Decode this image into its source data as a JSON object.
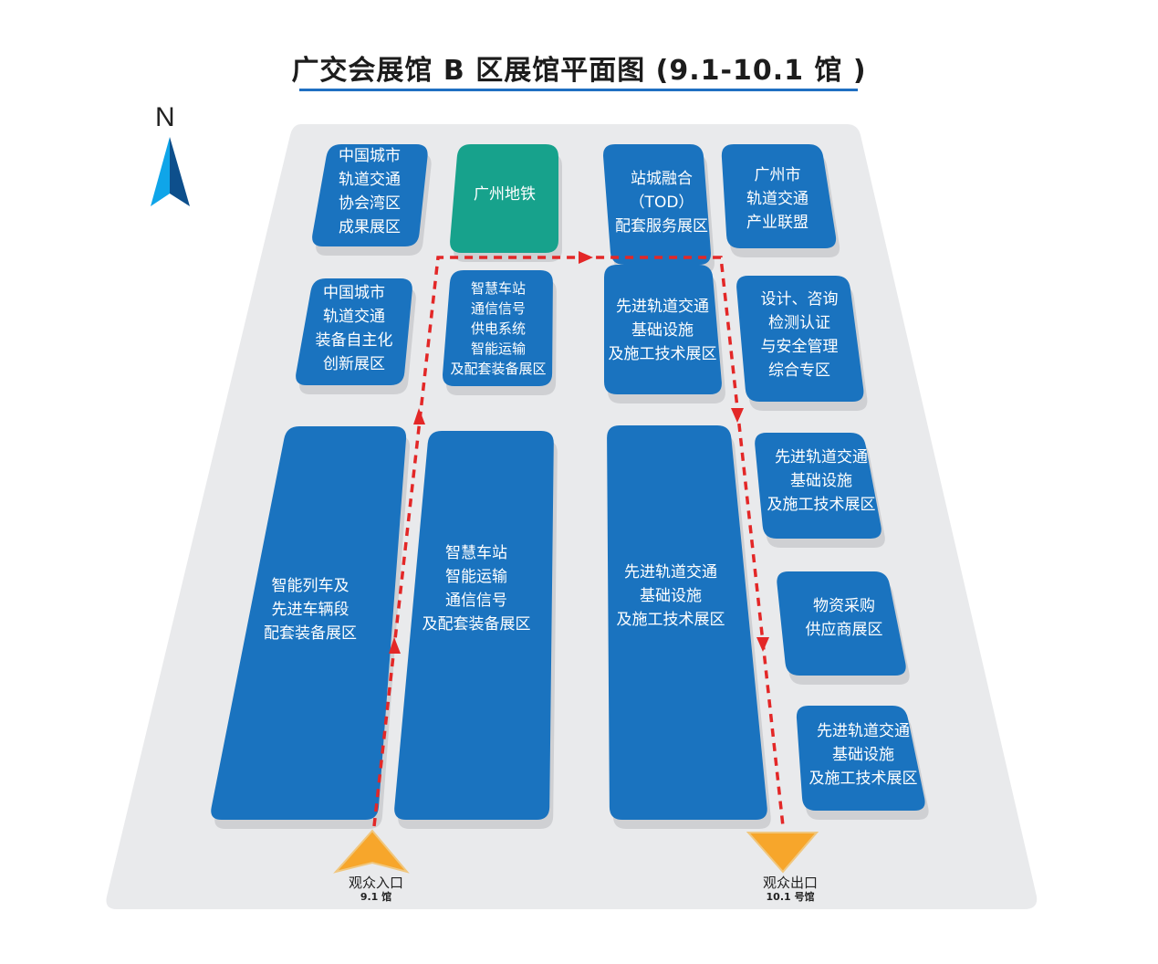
{
  "title": "广交会展馆 B 区展馆平面图 (9.1-10.1 馆 )",
  "north_label": "N",
  "colors": {
    "block": "#1a73bf",
    "metro": "#17a28c",
    "floor": "#e9eaec",
    "shadow": "#cfd0d3",
    "route": "#e32727",
    "arrow": "#f7a62b"
  },
  "zones": [
    {
      "id": "z1",
      "text": "中国城市\n轨道交通\n协会湾区\n成果展区"
    },
    {
      "id": "z2",
      "text": "广州地铁"
    },
    {
      "id": "z3",
      "text": "站城融合\n（TOD）\n配套服务展区"
    },
    {
      "id": "z4",
      "text": "广州市\n轨道交通\n产业联盟"
    },
    {
      "id": "z5",
      "text": "中国城市\n轨道交通\n装备自主化\n创新展区"
    },
    {
      "id": "z6",
      "text": "智慧车站\n通信信号\n供电系统\n智能运输\n及配套装备展区"
    },
    {
      "id": "z7",
      "text": "先进轨道交通\n基础设施\n及施工技术展区"
    },
    {
      "id": "z8",
      "text": "设计、咨询\n检测认证\n与安全管理\n综合专区"
    },
    {
      "id": "z9",
      "text": "智能列车及\n先进车辆段\n配套装备展区"
    },
    {
      "id": "z10",
      "text": "智慧车站\n智能运输\n通信信号\n及配套装备展区"
    },
    {
      "id": "z11",
      "text": "先进轨道交通\n基础设施\n及施工技术展区"
    },
    {
      "id": "z12",
      "text": "先进轨道交通\n基础设施\n及施工技术展区"
    },
    {
      "id": "z13",
      "text": "物资采购\n供应商展区"
    },
    {
      "id": "z14",
      "text": "先进轨道交通\n基础设施\n及施工技术展区"
    }
  ],
  "entrance": {
    "label": "观众入口",
    "hall": "9.1 馆"
  },
  "exit": {
    "label": "观众出口",
    "hall": "10.1 号馆"
  }
}
